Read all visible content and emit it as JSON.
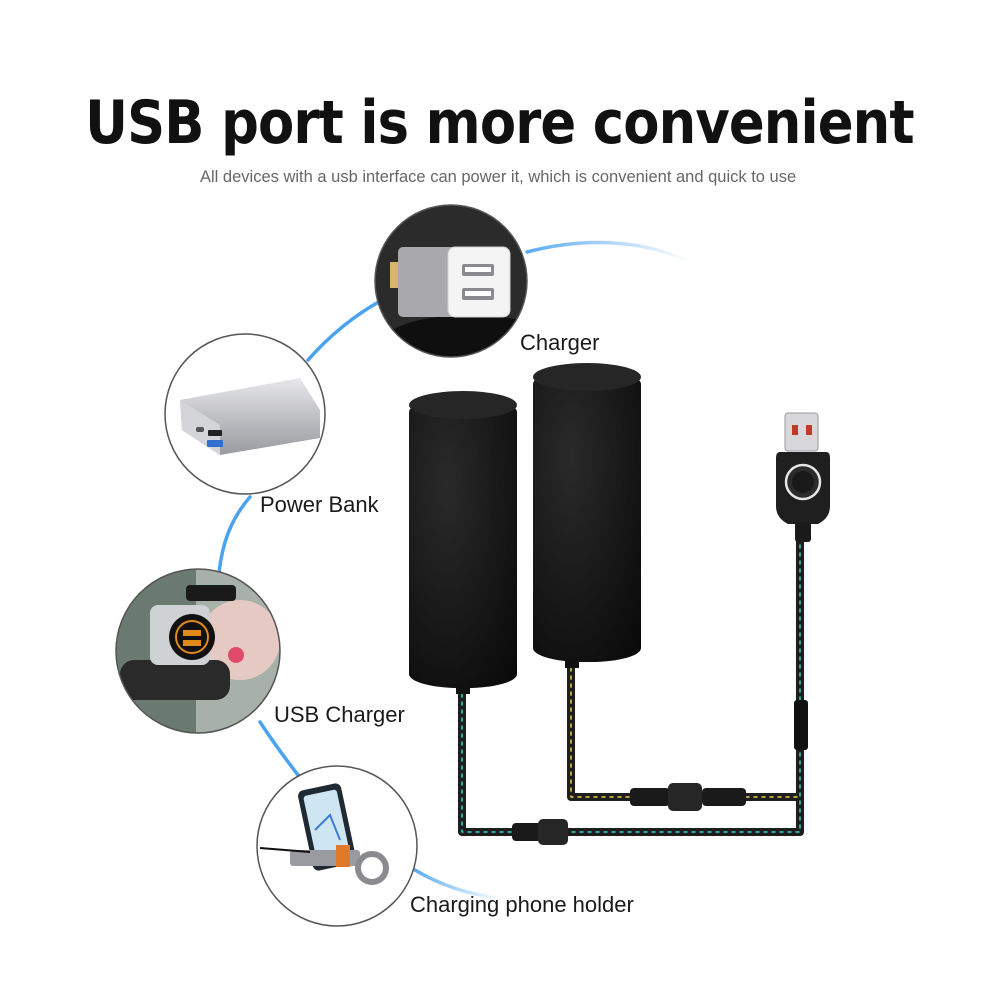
{
  "header": {
    "title": "USB port is more convenient",
    "subtitle": "All devices with a usb interface can power it, which is convenient and quick to use"
  },
  "devices": [
    {
      "label": "Charger",
      "icon": "wall-charger-icon"
    },
    {
      "label": "Power Bank",
      "icon": "power-bank-icon"
    },
    {
      "label": "USB Charger",
      "icon": "usb-socket-icon"
    },
    {
      "label": "Charging phone holder",
      "icon": "phone-holder-icon"
    }
  ],
  "colors": {
    "arc": "#4aa3f0",
    "grip": "#141414",
    "cable": "#1e1e1e",
    "cable_stitch_1": "#3ad0c8",
    "cable_stitch_2": "#e8d44a"
  }
}
